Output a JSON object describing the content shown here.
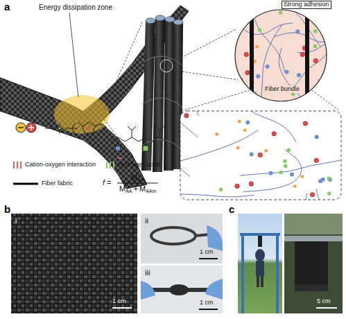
{
  "diagram": {
    "labels": [
      "a",
      "Energy dissipation zone",
      "Strong adhesion",
      "Fiber bundle",
      "f =",
      "M",
      "AA",
      "M",
      "AA",
      "+",
      "M",
      "AAm",
      "b",
      "i",
      "1 cm",
      "ii",
      "1 cm",
      "iii",
      "1 cm",
      "c",
      "5 cm"
    ],
    "legend": [
      {
        "text": "Cation-oxygen interaction",
        "color": "#e0605a"
      },
      {
        "text": "Hydrogen bond",
        "color": "#8cc96a"
      },
      {
        "text": "Fiber fabric"
      }
    ]
  }
}
